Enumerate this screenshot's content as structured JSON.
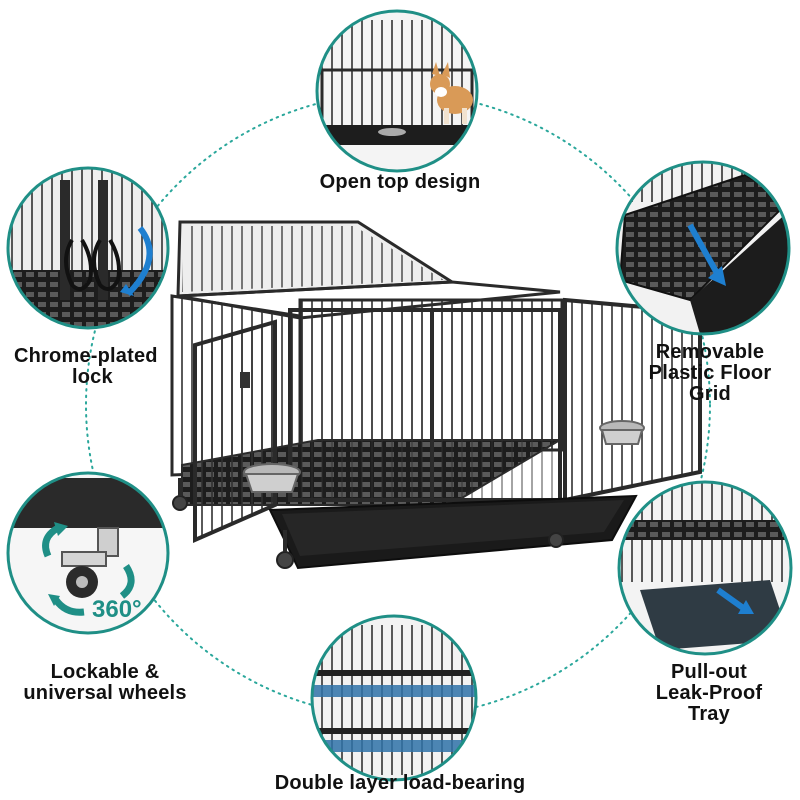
{
  "features": {
    "top": {
      "label": "Open top design",
      "icon": "open-top-icon"
    },
    "left_top": {
      "label_line1": "Chrome-plated",
      "label_line2": "lock",
      "icon": "lock-icon"
    },
    "right_top": {
      "label_line1": "Removable",
      "label_line2": "Plastic Floor",
      "label_line3": "Grid",
      "icon": "floor-grid-icon"
    },
    "left_bottom": {
      "label_line1": "Lockable &",
      "label_line2": "universal wheels",
      "badge": "360°",
      "icon": "wheel-icon"
    },
    "right_bottom": {
      "label_line1": "Pull-out",
      "label_line2": "Leak-Proof",
      "label_line3": "Tray",
      "icon": "tray-icon"
    },
    "bottom": {
      "label": "Double layer load-bearing",
      "icon": "layers-icon"
    }
  },
  "colors": {
    "accent": "#1f8f86",
    "arrow": "#1e7fd0",
    "metal": "#2a2a2a",
    "tray": "#1a1a1a",
    "dotted_ring": "#2aa79b"
  }
}
